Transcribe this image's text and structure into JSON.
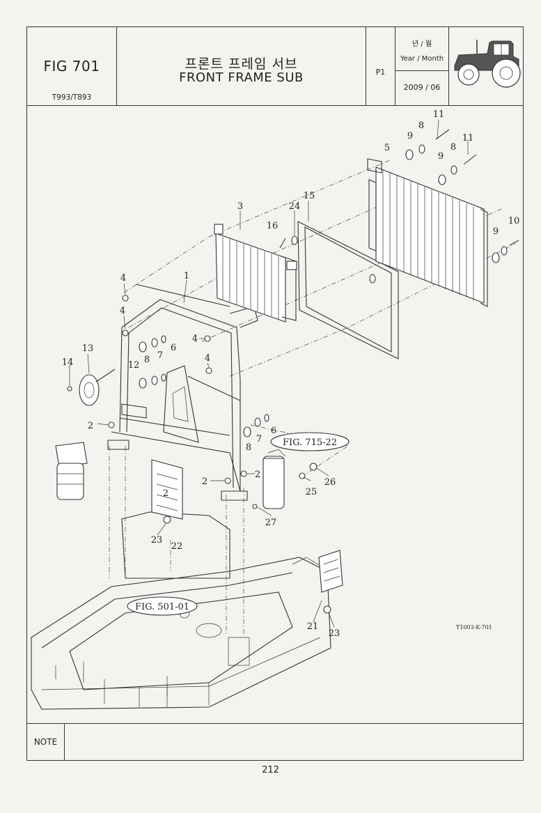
{
  "header": {
    "fig_number": "FIG 701",
    "models": "T993/T893",
    "title_ko": "프론트 프레임 서브",
    "title_en": "FRONT FRAME SUB",
    "page_code": "P1",
    "date_label_ko": "년 / 월",
    "date_label_en": "Year / Month",
    "date_value": "2009 / 06"
  },
  "diagram": {
    "drawing_code": "T1003-K-701",
    "fig_refs": [
      "FIG. 715-22",
      "FIG. 501-01"
    ],
    "part_labels": [
      "1",
      "2",
      "2",
      "2",
      "2",
      "3",
      "4",
      "4",
      "4",
      "4",
      "5",
      "6",
      "6",
      "7",
      "7",
      "8",
      "8",
      "8",
      "8",
      "9",
      "9",
      "9",
      "10",
      "11",
      "11",
      "12",
      "13",
      "14",
      "15",
      "16",
      "21",
      "22",
      "23",
      "23",
      "24",
      "25",
      "26",
      "27"
    ]
  },
  "note": {
    "label": "NOTE"
  },
  "footer": {
    "page_number": "212"
  }
}
